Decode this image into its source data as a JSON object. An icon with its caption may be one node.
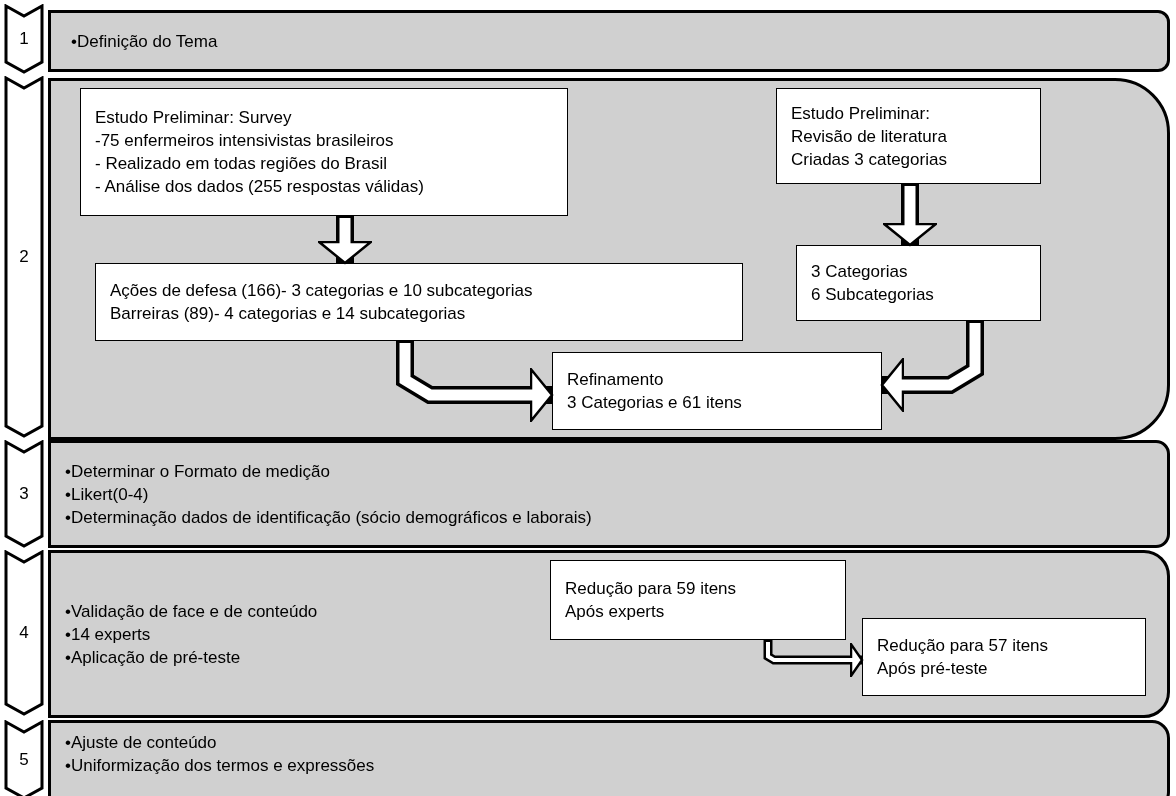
{
  "diagram": {
    "nodes": [
      {
        "text": [
          "1",
          "•Definição do Tema"
        ]
      },
      {
        "text": [
          "2"
        ]
      },
      {
        "text": [
          "Estudo Preliminar: Survey",
          "-75 enfermeiros intensivistas brasileiros",
          "- Realizado em todas regiões do Brasil",
          "- Análise dos dados (255 respostas válidas)"
        ],
        "in": 1
      },
      {
        "text": [
          "Estudo Preliminar:",
          "Revisão de literatura",
          "Criadas 3 categorias"
        ],
        "in": 1
      },
      {
        "text": [
          "Ações de defesa (166)- 3 categorias e 10 subcategorias",
          "Barreiras (89)- 4 categorias e 14 subcategorias"
        ],
        "in": 1
      },
      {
        "text": [
          "3 Categorias",
          "6 Subcategorias"
        ],
        "in": 1
      },
      {
        "text": [
          "Refinamento",
          "3 Categorias e 61 itens"
        ],
        "in": 1
      },
      {
        "text": [
          "3",
          "•Determinar o Formato de medição",
          "•Likert(0-4)",
          "•Determinação dados de identificação (sócio demográficos e laborais)"
        ]
      },
      {
        "text": [
          "4",
          "•Validação de face e de conteúdo",
          "•14 experts",
          "•Aplicação de pré-teste"
        ]
      },
      {
        "text": [
          "Redução para 59 itens",
          "Após experts"
        ],
        "in": 8
      },
      {
        "text": [
          "Redução para 57 itens",
          "Após pré-teste"
        ],
        "in": 8
      },
      {
        "text": [
          "5",
          "•Ajuste de conteúdo",
          "•Uniformização dos termos e expressões"
        ]
      }
    ],
    "edges": [
      {
        "from": 2,
        "to": 4,
        "arrow": "to"
      },
      {
        "from": 3,
        "to": 5,
        "arrow": "to"
      },
      {
        "from": 4,
        "to": 6,
        "arrow": "to"
      },
      {
        "from": 5,
        "to": 6,
        "arrow": "to"
      },
      {
        "from": 9,
        "to": 10,
        "arrow": "to"
      }
    ]
  }
}
